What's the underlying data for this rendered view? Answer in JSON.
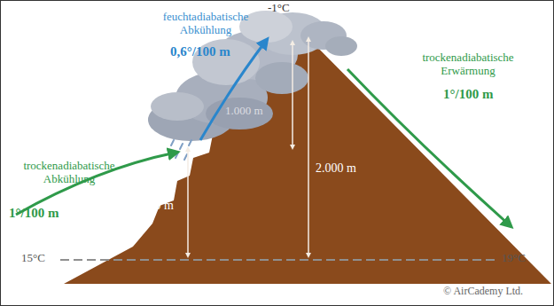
{
  "diagram": {
    "labels": [
      "-1°C",
      "feuchtadiabatische Abkühlung",
      "0,6°/100 m",
      "1.000 m",
      "2.000 m",
      "trockenadiabatische Erwärmung",
      "1°/100 m",
      "trockenadiabatische Abkühlung",
      "1°/100 m",
      "1.000 m",
      "15°C",
      "19°C",
      "© AirCademy Ltd."
    ]
  }
}
